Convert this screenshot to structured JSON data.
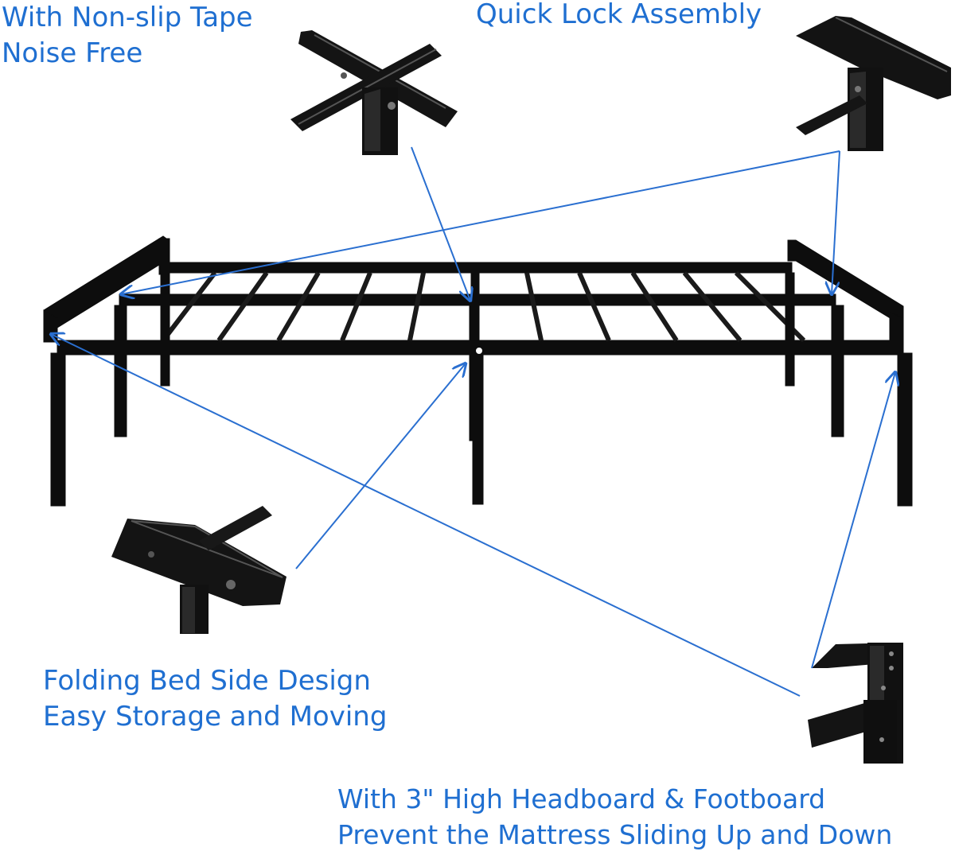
{
  "captions": {
    "non_slip": {
      "line1": "With Non-slip Tape",
      "line2": "Noise Free"
    },
    "quick_lock": {
      "line1": "Quick Lock Assembly"
    },
    "folding": {
      "line1": "Folding Bed Side Design",
      "line2": "Easy Storage and Moving"
    },
    "headboard": {
      "line1": "With 3\" High Headboard & Footboard",
      "line2": "Prevent the Mattress Sliding Up and Down"
    }
  },
  "colors": {
    "caption_text": "#1f6fd1",
    "arrow_line": "#2a6fd0",
    "frame_metal": "#0d0d0d",
    "background": "#ffffff"
  },
  "icons": [
    "cross-brace-joint",
    "quick-lock-joint",
    "folding-hinge-joint",
    "headboard-bracket-joint"
  ]
}
